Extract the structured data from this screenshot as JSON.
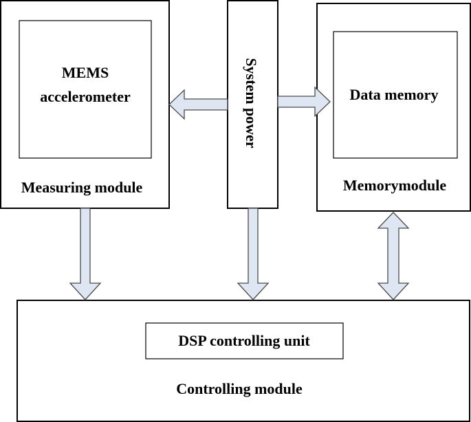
{
  "colors": {
    "stroke": "#000000",
    "arrow_fill": "#dde6f2",
    "arrow_stroke": "#4a4a4a",
    "background": "#ffffff"
  },
  "measuring": {
    "inner_line1": "MEMS",
    "inner_line2": "accelerometer",
    "label": "Measuring module"
  },
  "power": {
    "label": "System power"
  },
  "memory": {
    "inner_label": "Data memory",
    "label": "Memorymodule"
  },
  "controlling": {
    "inner_label": "DSP controlling unit",
    "label": "Controlling module"
  }
}
